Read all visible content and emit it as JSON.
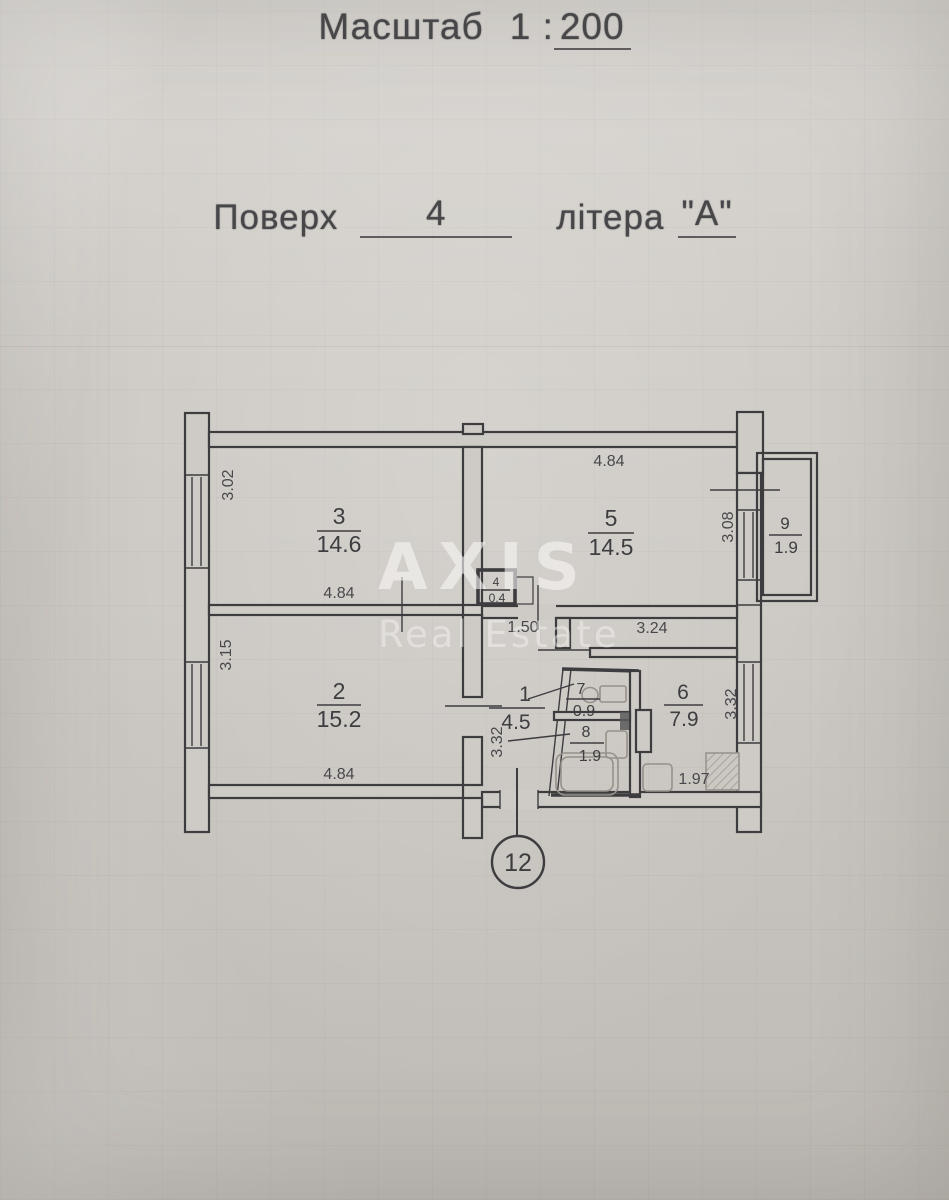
{
  "header": {
    "scale_label": "Масштаб",
    "scale_prefix": "1 :",
    "scale_value": "200",
    "floor_label": "Поверх",
    "floor_value": "4",
    "letter_label": "літера",
    "letter_value": "\"А\""
  },
  "watermark": {
    "line1": "AXIS",
    "line2": "Real Estate"
  },
  "plan": {
    "rooms": {
      "r1": {
        "num": "1",
        "area": "4.5"
      },
      "r2": {
        "num": "2",
        "area": "15.2"
      },
      "r3": {
        "num": "3",
        "area": "14.6"
      },
      "r4": {
        "num": "4",
        "area": "0.4"
      },
      "r5": {
        "num": "5",
        "area": "14.5"
      },
      "r6": {
        "num": "6",
        "area": "7.9"
      },
      "r7": {
        "num": "7",
        "area": "0.9"
      },
      "r8": {
        "num": "8",
        "area": "1.9"
      },
      "r9": {
        "num": "9",
        "area": "1.9"
      }
    },
    "dims": {
      "room3_left": "3.02",
      "room3_bottom": "4.84",
      "room5_top": "4.84",
      "room5_right": "3.08",
      "room2_left": "3.15",
      "room2_bottom": "4.84",
      "hall_top": "1.50",
      "kitchen_top": "3.24",
      "hall_left": "3.32",
      "kitchen_right": "3.32",
      "kitchen_bottom": "1.97"
    },
    "entrance_mark": "12"
  }
}
